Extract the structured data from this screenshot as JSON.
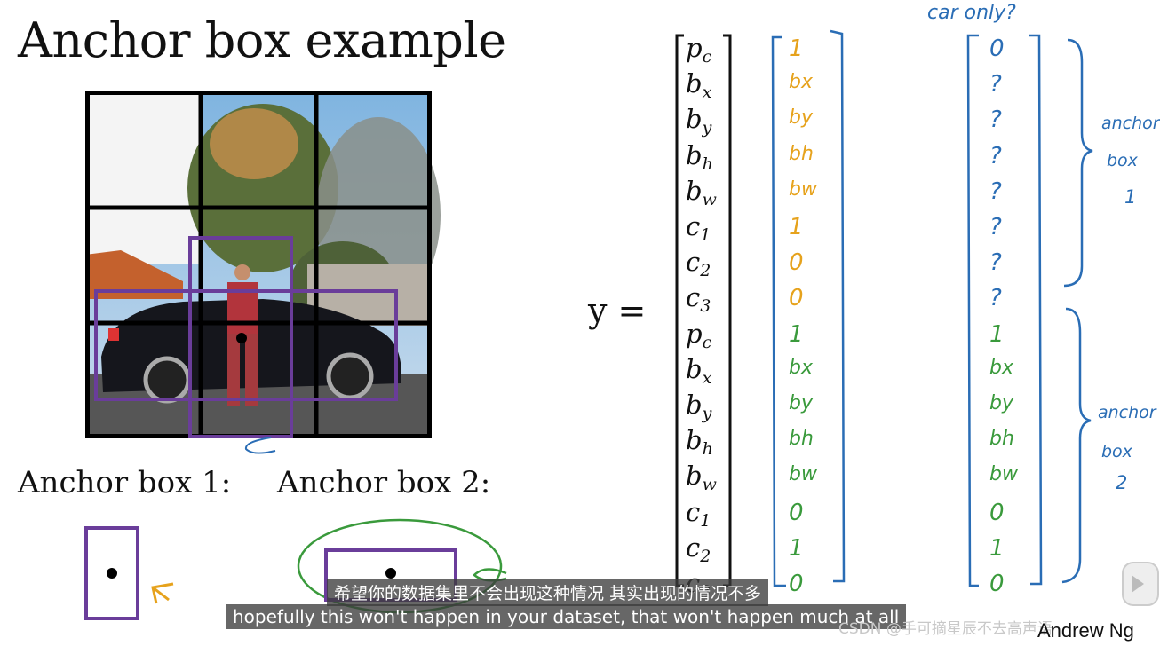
{
  "slide": {
    "title": "Anchor box example",
    "anchor1_label": "Anchor box 1:",
    "anchor2_label": "Anchor box 2:",
    "y_equals": "y  =",
    "author": "Andrew Ng"
  },
  "vector": {
    "symbols": [
      {
        "base": "p",
        "sub": "c"
      },
      {
        "base": "b",
        "sub": "x"
      },
      {
        "base": "b",
        "sub": "y"
      },
      {
        "base": "b",
        "sub": "h"
      },
      {
        "base": "b",
        "sub": "w"
      },
      {
        "base": "c",
        "sub": "1"
      },
      {
        "base": "c",
        "sub": "2"
      },
      {
        "base": "c",
        "sub": "3"
      },
      {
        "base": "p",
        "sub": "c"
      },
      {
        "base": "b",
        "sub": "x"
      },
      {
        "base": "b",
        "sub": "y"
      },
      {
        "base": "b",
        "sub": "h"
      },
      {
        "base": "b",
        "sub": "w"
      },
      {
        "base": "c",
        "sub": "1"
      },
      {
        "base": "c",
        "sub": "2"
      },
      {
        "base": "c",
        "sub": "3"
      }
    ],
    "column1": [
      "1",
      "bx",
      "by",
      "bh",
      "bw",
      "1",
      "0",
      "0",
      "1",
      "bx",
      "by",
      "bh",
      "bw",
      "0",
      "1",
      "0"
    ],
    "column2": [
      "0",
      "?",
      "?",
      "?",
      "?",
      "?",
      "?",
      "?",
      "1",
      "bx",
      "by",
      "bh",
      "bw",
      "0",
      "1",
      "0"
    ],
    "notes": {
      "top": "car only?",
      "anchor1": [
        "anchor",
        "box",
        "1"
      ],
      "anchor2": [
        "anchor",
        "box",
        "2"
      ]
    }
  },
  "subtitles": {
    "chinese": "希望你的数据集里不会出现这种情况 其实出现的情况不多",
    "english": "hopefully this won't happen in your dataset, that won't happen much at all"
  },
  "watermark": "CSDN @手可摘星辰不去高声语",
  "colors": {
    "anchor_box": "#6a3d9a",
    "handwriting_orange": "#e6a21c",
    "handwriting_green": "#3a9a3c",
    "handwriting_blue": "#2a6db5"
  }
}
